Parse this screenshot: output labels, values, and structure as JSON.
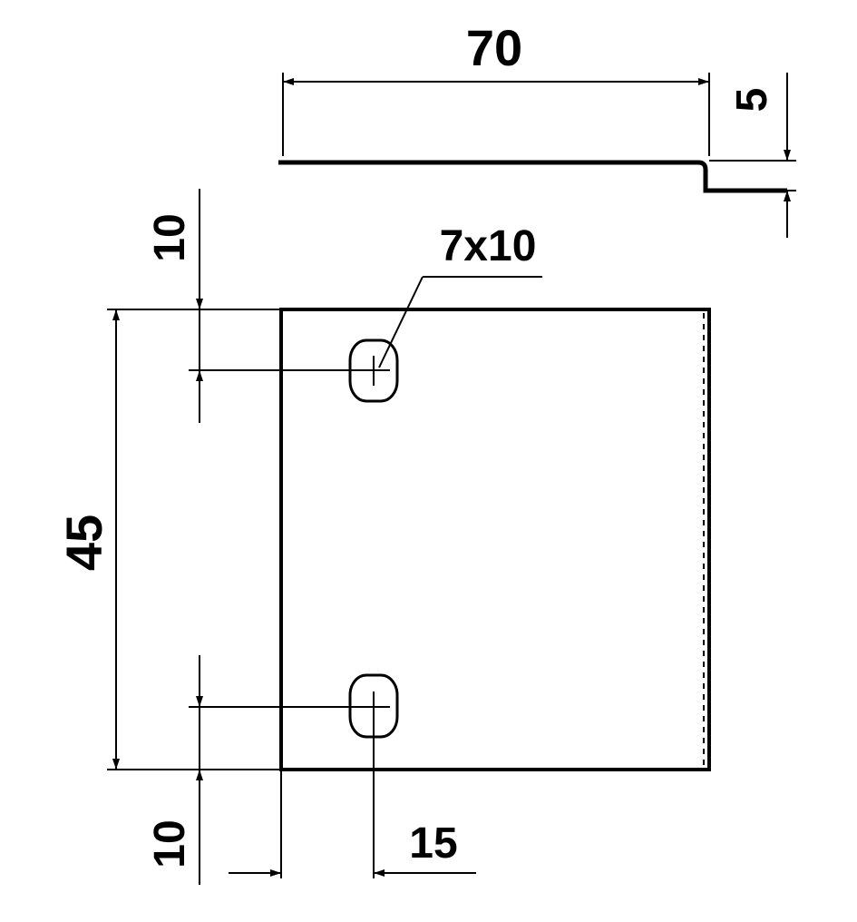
{
  "dimensions": {
    "width_70": "70",
    "thickness_5": "5",
    "top_offset_10": "10",
    "height_45": "45",
    "bottom_offset_10": "10",
    "hole_spec": "7x10",
    "edge_offset_15": "15"
  },
  "colors": {
    "line": "#000000",
    "background": "#ffffff"
  }
}
